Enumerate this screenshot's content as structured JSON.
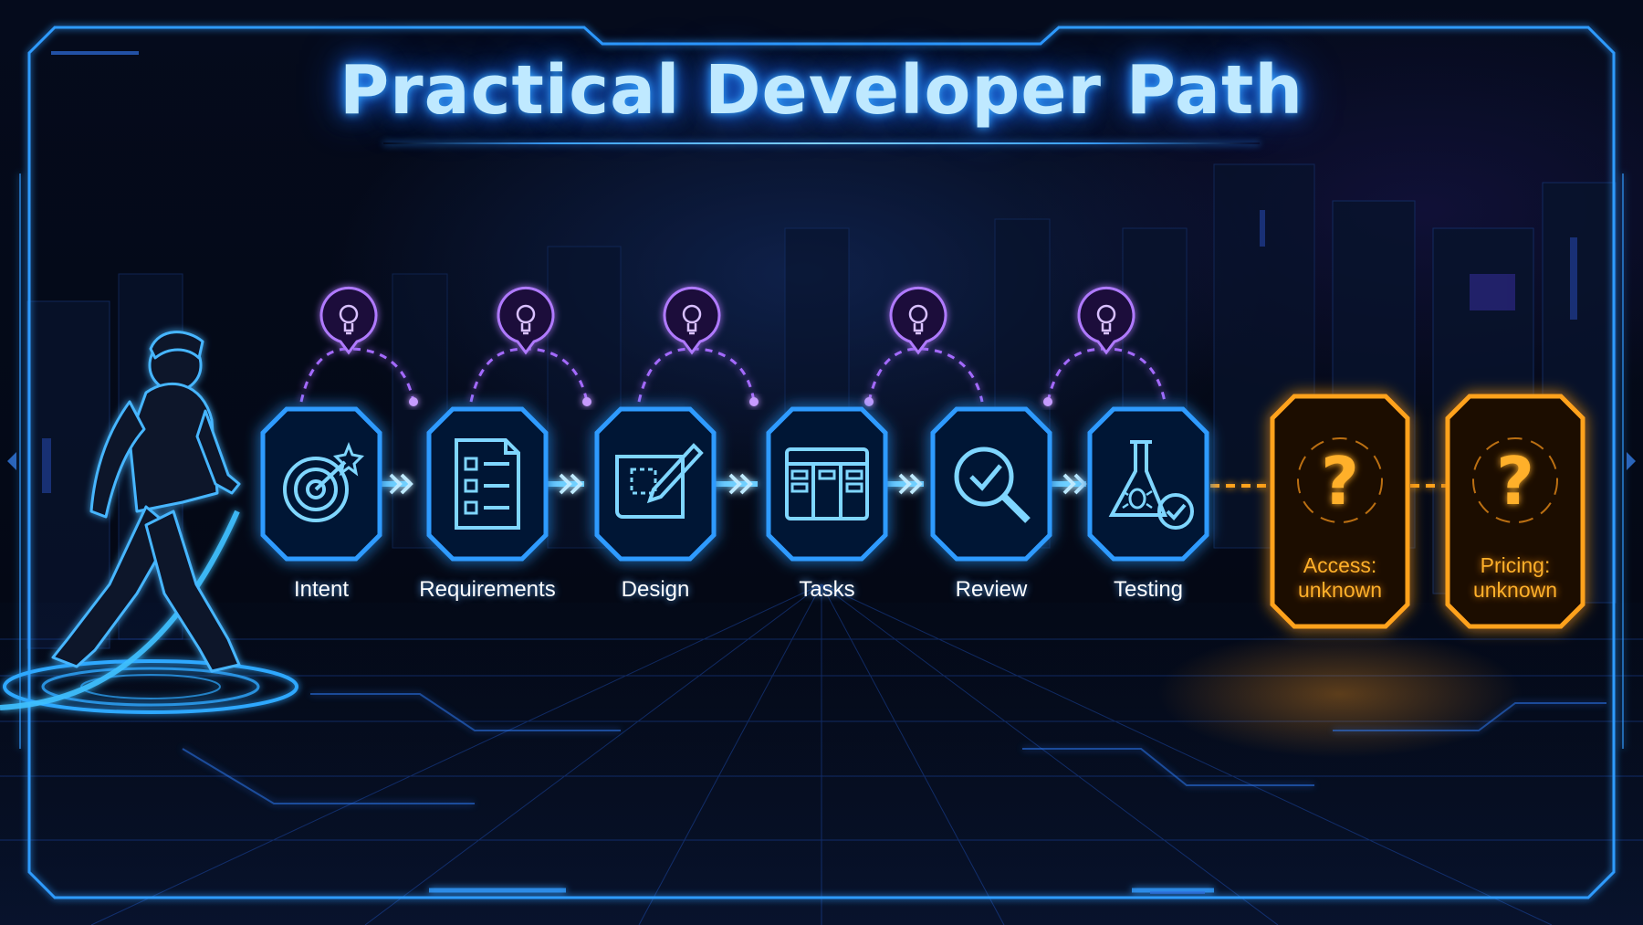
{
  "title": "Practical Developer Path",
  "steps": [
    {
      "label": "Intent",
      "icon": "target-icon"
    },
    {
      "label": "Requirements",
      "icon": "checklist-icon"
    },
    {
      "label": "Design",
      "icon": "blueprint-pencil-icon"
    },
    {
      "label": "Tasks",
      "icon": "task-board-icon"
    },
    {
      "label": "Review",
      "icon": "magnifier-check-icon"
    },
    {
      "label": "Testing",
      "icon": "flask-bug-check-icon"
    }
  ],
  "unknowns": [
    {
      "label": "Access: unknown",
      "icon": "question-mark-icon"
    },
    {
      "label": "Pricing: unknown",
      "icon": "question-mark-icon"
    }
  ],
  "colors": {
    "neon_blue": "#2f9bff",
    "neon_cyan": "#7fd6ff",
    "purple_accent": "#a46bff",
    "orange_accent": "#ffa21f",
    "background": "#03060f"
  }
}
